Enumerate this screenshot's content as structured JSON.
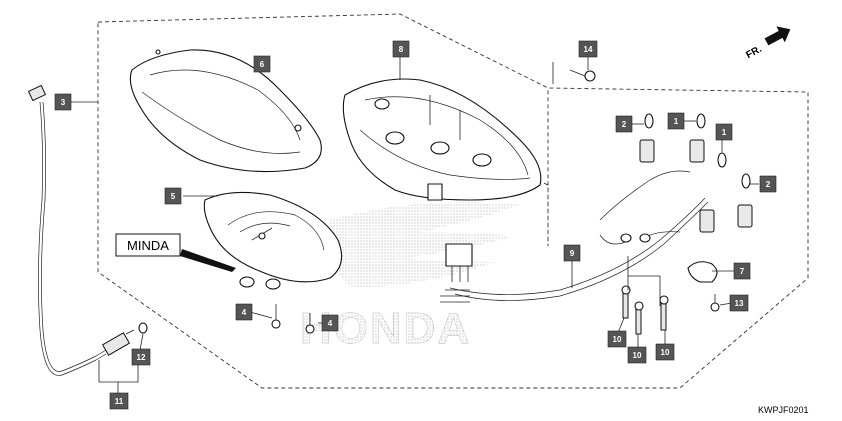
{
  "diagram": {
    "code": "KWPJF0201",
    "front_label": "FR.",
    "brand_label": "MINDA",
    "watermark": "HONDA",
    "callouts": [
      {
        "id": "c1a",
        "label": "1"
      },
      {
        "id": "c1b",
        "label": "1"
      },
      {
        "id": "c2a",
        "label": "2"
      },
      {
        "id": "c2b",
        "label": "2"
      },
      {
        "id": "c3",
        "label": "3"
      },
      {
        "id": "c4a",
        "label": "4"
      },
      {
        "id": "c4b",
        "label": "4"
      },
      {
        "id": "c5",
        "label": "5"
      },
      {
        "id": "c6",
        "label": "6"
      },
      {
        "id": "c7",
        "label": "7"
      },
      {
        "id": "c8",
        "label": "8"
      },
      {
        "id": "c9",
        "label": "9"
      },
      {
        "id": "c10a",
        "label": "10"
      },
      {
        "id": "c10b",
        "label": "10"
      },
      {
        "id": "c10c",
        "label": "10"
      },
      {
        "id": "c11",
        "label": "11"
      },
      {
        "id": "c12",
        "label": "12"
      },
      {
        "id": "c13",
        "label": "13"
      },
      {
        "id": "c14",
        "label": "14"
      }
    ]
  }
}
